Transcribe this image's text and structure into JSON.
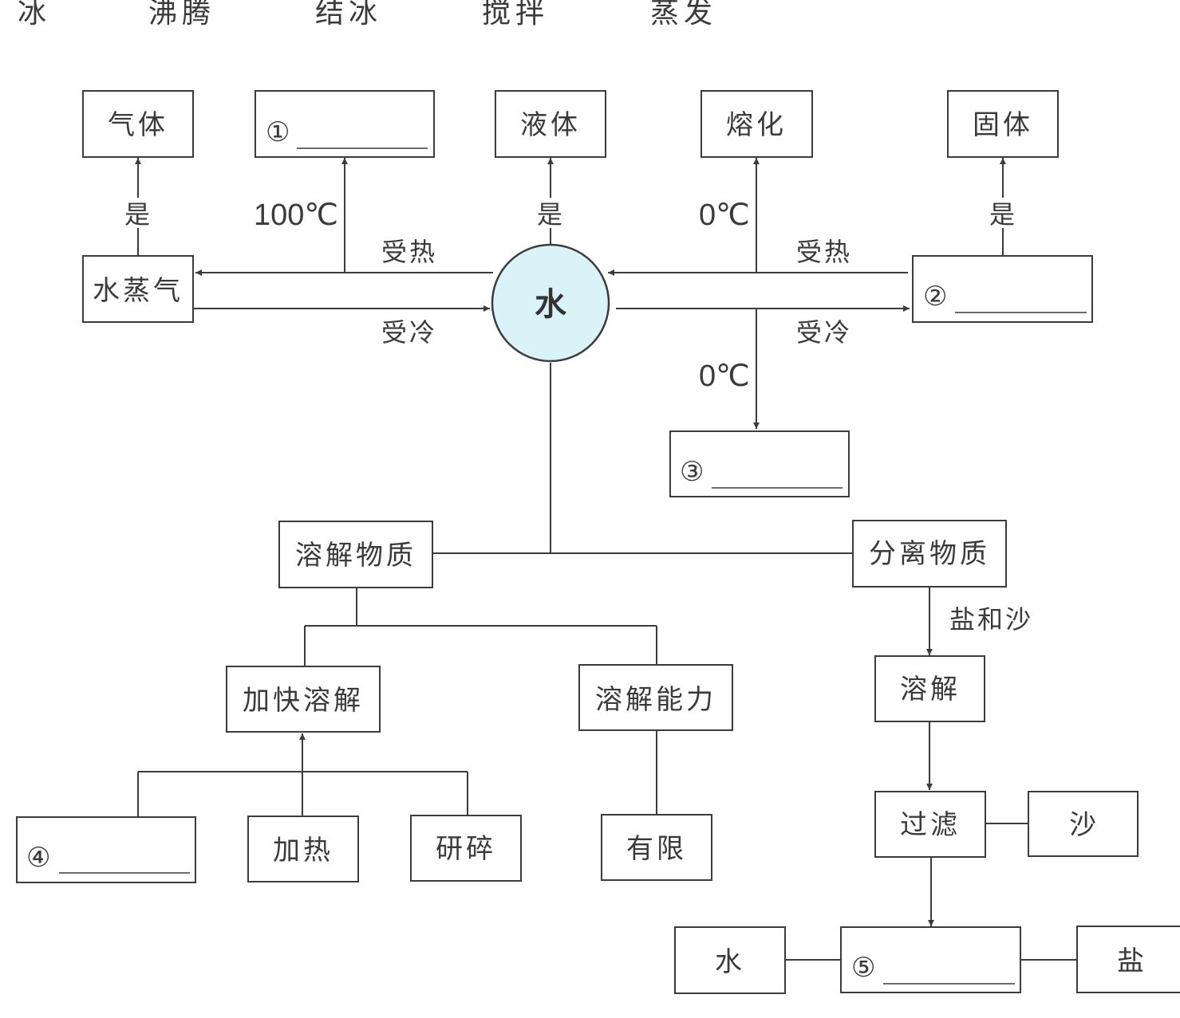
{
  "word_bank": [
    "冰",
    "沸腾",
    "结冰",
    "搅拌",
    "蒸发"
  ],
  "center": {
    "label": "水",
    "fill_color": "#daf3f8"
  },
  "nodes": {
    "gas": "气体",
    "blank1": "①",
    "liquid": "液体",
    "melt": "熔化",
    "solid": "固体",
    "vapor": "水蒸气",
    "blank2": "②",
    "blank3": "③",
    "dissolve_substance": "溶解物质",
    "separate_substance": "分离物质",
    "speed_up_dissolve": "加快溶解",
    "dissolve_ability": "溶解能力",
    "blank4": "④",
    "heat": "加热",
    "grind": "研碎",
    "limited": "有限",
    "dissolve": "溶解",
    "filter": "过滤",
    "sand": "沙",
    "water_out": "水",
    "blank5": "⑤",
    "salt": "盐"
  },
  "edge_labels": {
    "yes_gas": "是",
    "temp_100": "100℃",
    "heated_left": "受热",
    "cooled_left": "受冷",
    "yes_liquid": "是",
    "temp_0_melt": "0℃",
    "heated_right": "受热",
    "yes_solid": "是",
    "cooled_right": "受冷",
    "temp_0_freeze": "0℃",
    "salt_and_sand": "盐和沙"
  }
}
